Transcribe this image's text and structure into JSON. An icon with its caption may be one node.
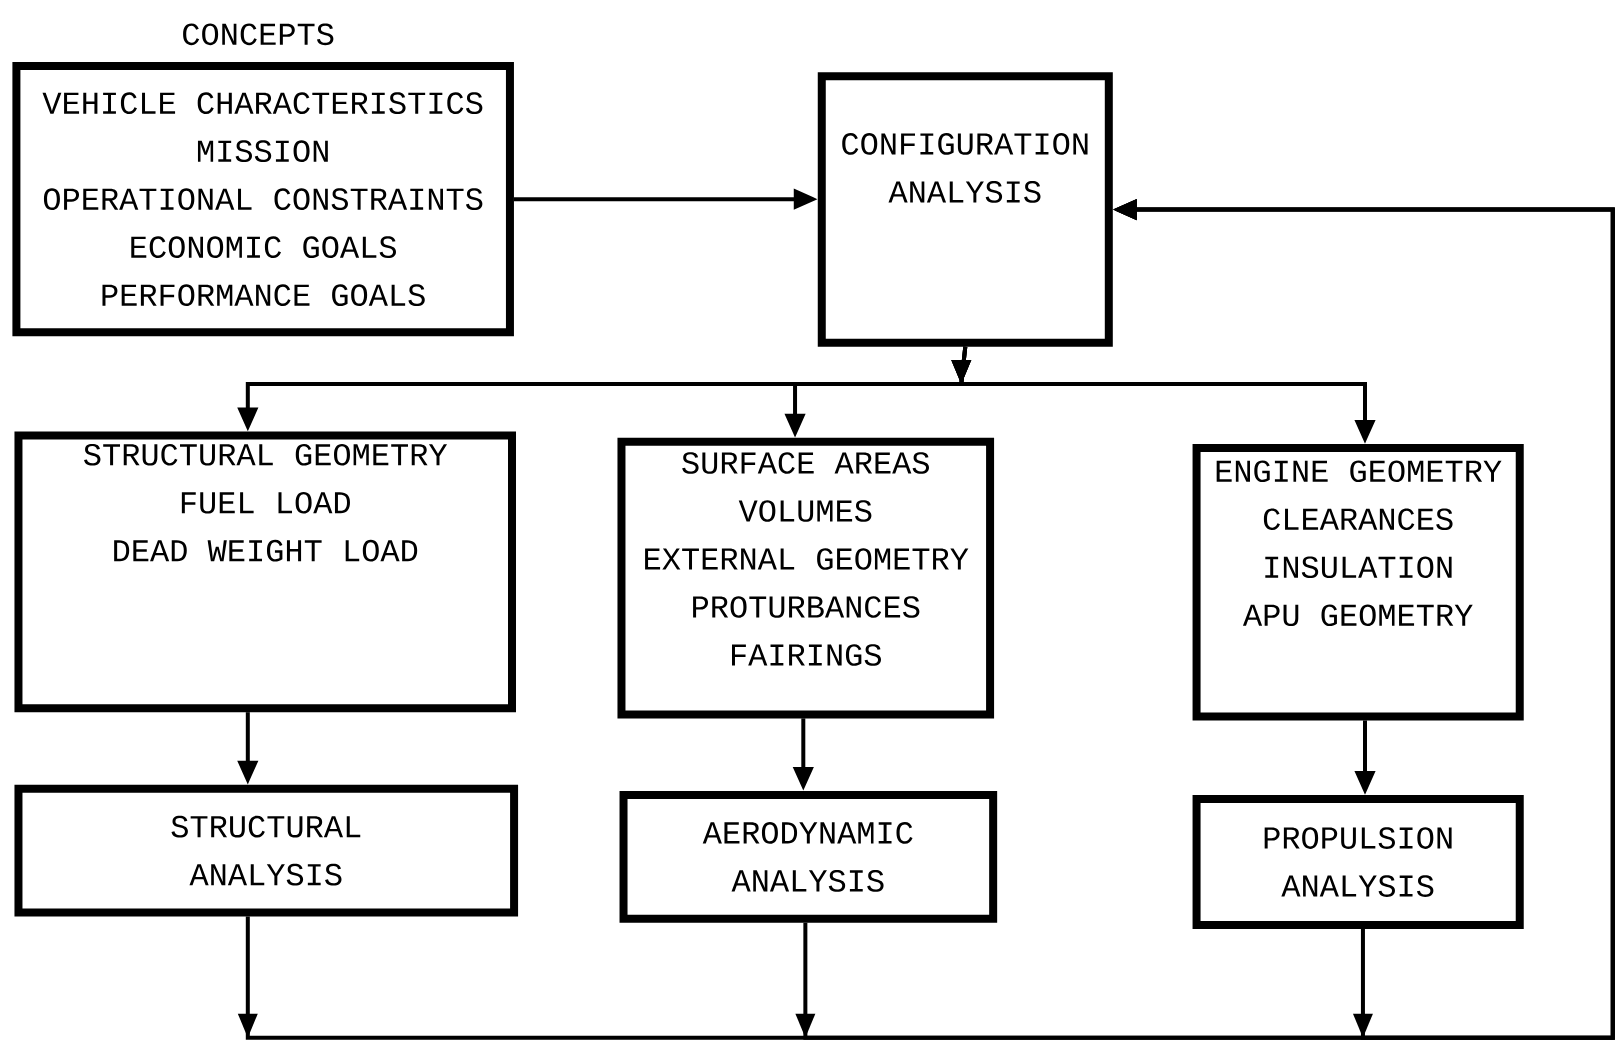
{
  "diagram": {
    "nodes": [
      {
        "text": [
          "CONCEPTS",
          "VEHICLE CHARACTERISTICS",
          "MISSION",
          "OPERATIONAL CONSTRAINTS",
          "ECONOMIC GOALS",
          "PERFORMANCE GOALS"
        ]
      },
      {
        "text": [
          "CONFIGURATION ANALYSIS"
        ]
      },
      {
        "text": [
          "STRUCTURAL GEOMETRY",
          "FUEL LOAD",
          "DEAD WEIGHT LOAD"
        ]
      },
      {
        "text": [
          "SURFACE AREAS",
          "VOLUMES",
          "EXTERNAL GEOMETRY",
          "PROTURBANCES",
          "FAIRINGS"
        ]
      },
      {
        "text": [
          "ENGINE GEOMETRY",
          "CLEARANCES",
          "INSULATION",
          "APU GEOMETRY"
        ]
      },
      {
        "text": [
          "STRUCTURAL ANALYSIS"
        ]
      },
      {
        "text": [
          "AERODYNAMIC ANALYSIS"
        ]
      },
      {
        "text": [
          "PROPULSION ANALYSIS"
        ]
      }
    ],
    "edges": [
      {
        "from": 0,
        "to": 1,
        "arrow": "to"
      },
      {
        "from": 1,
        "to": 2,
        "arrow": "to"
      },
      {
        "from": 1,
        "to": 3,
        "arrow": "to"
      },
      {
        "from": 1,
        "to": 4,
        "arrow": "to"
      },
      {
        "from": 2,
        "to": 5,
        "arrow": "to"
      },
      {
        "from": 3,
        "to": 6,
        "arrow": "to"
      },
      {
        "from": 4,
        "to": 7,
        "arrow": "to"
      },
      {
        "from": 5,
        "to": 1,
        "arrow": "to"
      },
      {
        "from": 6,
        "to": 1,
        "arrow": "to"
      },
      {
        "from": 7,
        "to": 1,
        "arrow": "to"
      }
    ]
  }
}
